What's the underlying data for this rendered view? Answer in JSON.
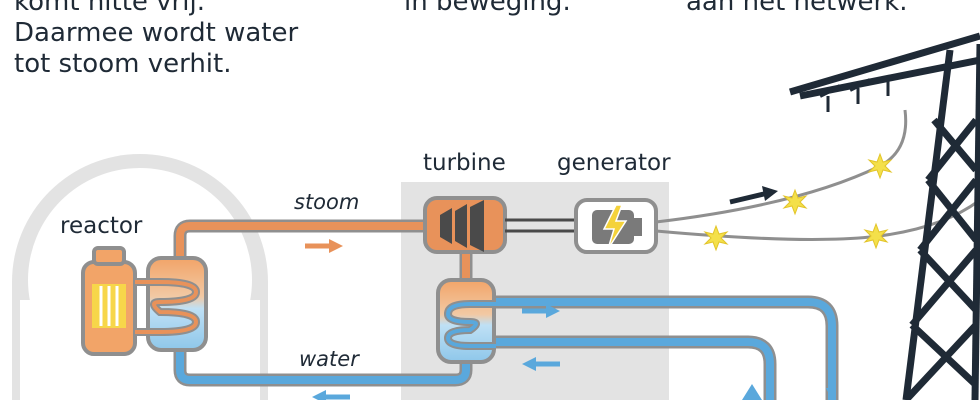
{
  "intro": {
    "col1": [
      "komt hitte vrij.",
      "Daarmee wordt water",
      "tot stoom verhit."
    ],
    "col2": "in beweging.",
    "col3": "aan het netwerk."
  },
  "labels": {
    "reactor": "reactor",
    "steam": "stoom",
    "water": "water",
    "turbine": "turbine",
    "generator": "generator"
  },
  "colors": {
    "steam": "#e8925a",
    "water": "#5aa8dc",
    "text": "#1f2a36",
    "building": "#e3e3e3",
    "spark": "#f4e04a",
    "tower": "#1f2a36"
  },
  "icons": [
    "lightning-icon",
    "spark-icon",
    "arrow-icon"
  ]
}
